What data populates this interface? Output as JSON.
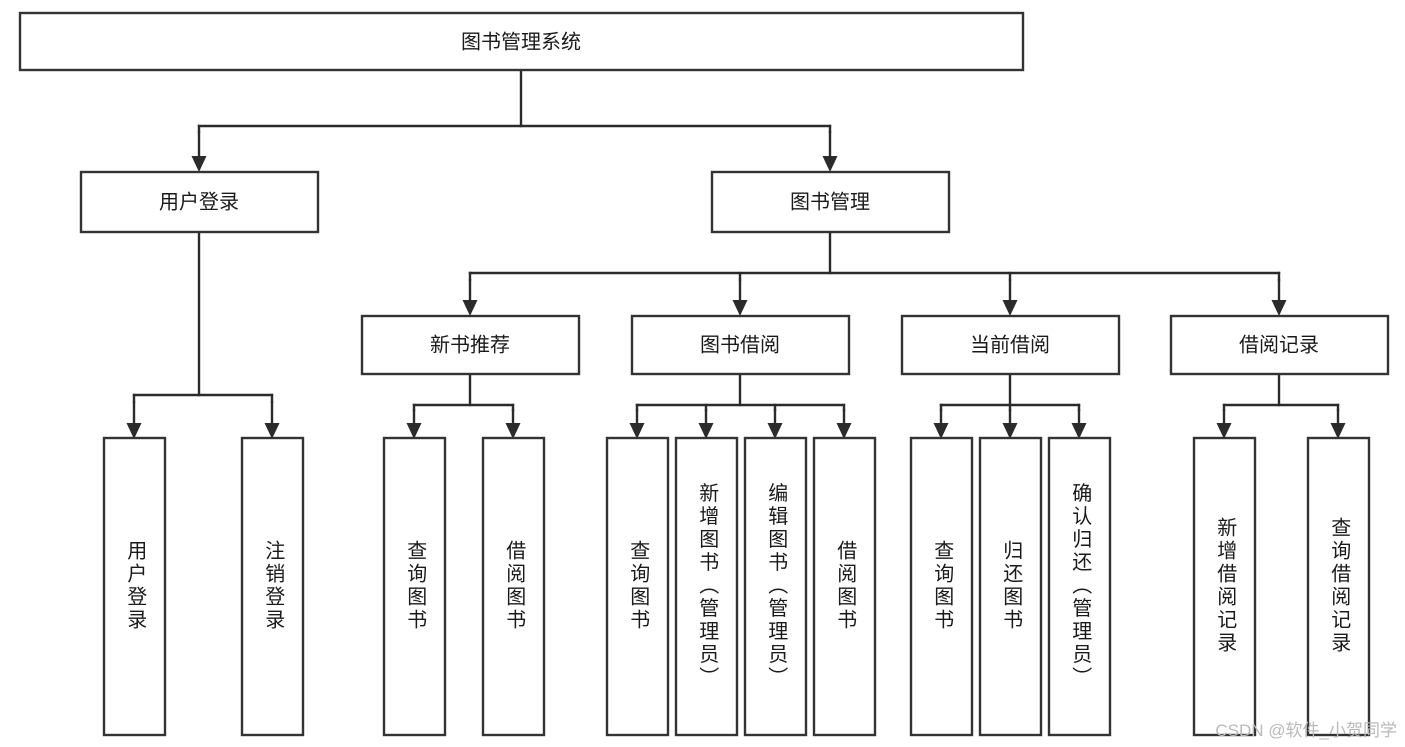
{
  "diagram": {
    "type": "tree-hierarchy-chart",
    "title": "图书管理系统",
    "background_color": "#ffffff",
    "box_stroke_color": "#333333",
    "connector_color": "#2b2b2b",
    "text_color": "#1a1a1a",
    "levels": {
      "root": {
        "label": "图书管理系统"
      },
      "level2": [
        {
          "id": "user-login",
          "label": "用户登录"
        },
        {
          "id": "book-management",
          "label": "图书管理"
        }
      ],
      "level3": [
        {
          "id": "new-book-recommend",
          "label": "新书推荐",
          "parent": "book-management"
        },
        {
          "id": "book-borrow",
          "label": "图书借阅",
          "parent": "book-management"
        },
        {
          "id": "current-borrow",
          "label": "当前借阅",
          "parent": "book-management"
        },
        {
          "id": "borrow-record",
          "label": "借阅记录",
          "parent": "book-management"
        }
      ],
      "leaves": {
        "user-login": [
          {
            "id": "leaf-user-login",
            "label": "用户登录"
          },
          {
            "id": "leaf-logout-login",
            "label": "注销登录"
          }
        ],
        "new-book-recommend": [
          {
            "id": "leaf-query-book-1",
            "label": "查询图书"
          },
          {
            "id": "leaf-borrow-book-1",
            "label": "借阅图书"
          }
        ],
        "book-borrow": [
          {
            "id": "leaf-query-book-2",
            "label": "查询图书"
          },
          {
            "id": "leaf-add-book-admin",
            "label": "新增图书（管理员）"
          },
          {
            "id": "leaf-edit-book-admin",
            "label": "编辑图书（管理员）"
          },
          {
            "id": "leaf-borrow-book-2",
            "label": "借阅图书"
          }
        ],
        "current-borrow": [
          {
            "id": "leaf-query-book-3",
            "label": "查询图书"
          },
          {
            "id": "leaf-return-book",
            "label": "归还图书"
          },
          {
            "id": "leaf-confirm-return-admin",
            "label": "确认归还（管理员）"
          }
        ],
        "borrow-record": [
          {
            "id": "leaf-add-borrow-record",
            "label": "新增借阅记录"
          },
          {
            "id": "leaf-query-borrow-record",
            "label": "查询借阅记录"
          }
        ]
      }
    }
  },
  "watermark": {
    "text": "CSDN @软件_小贺同学"
  }
}
